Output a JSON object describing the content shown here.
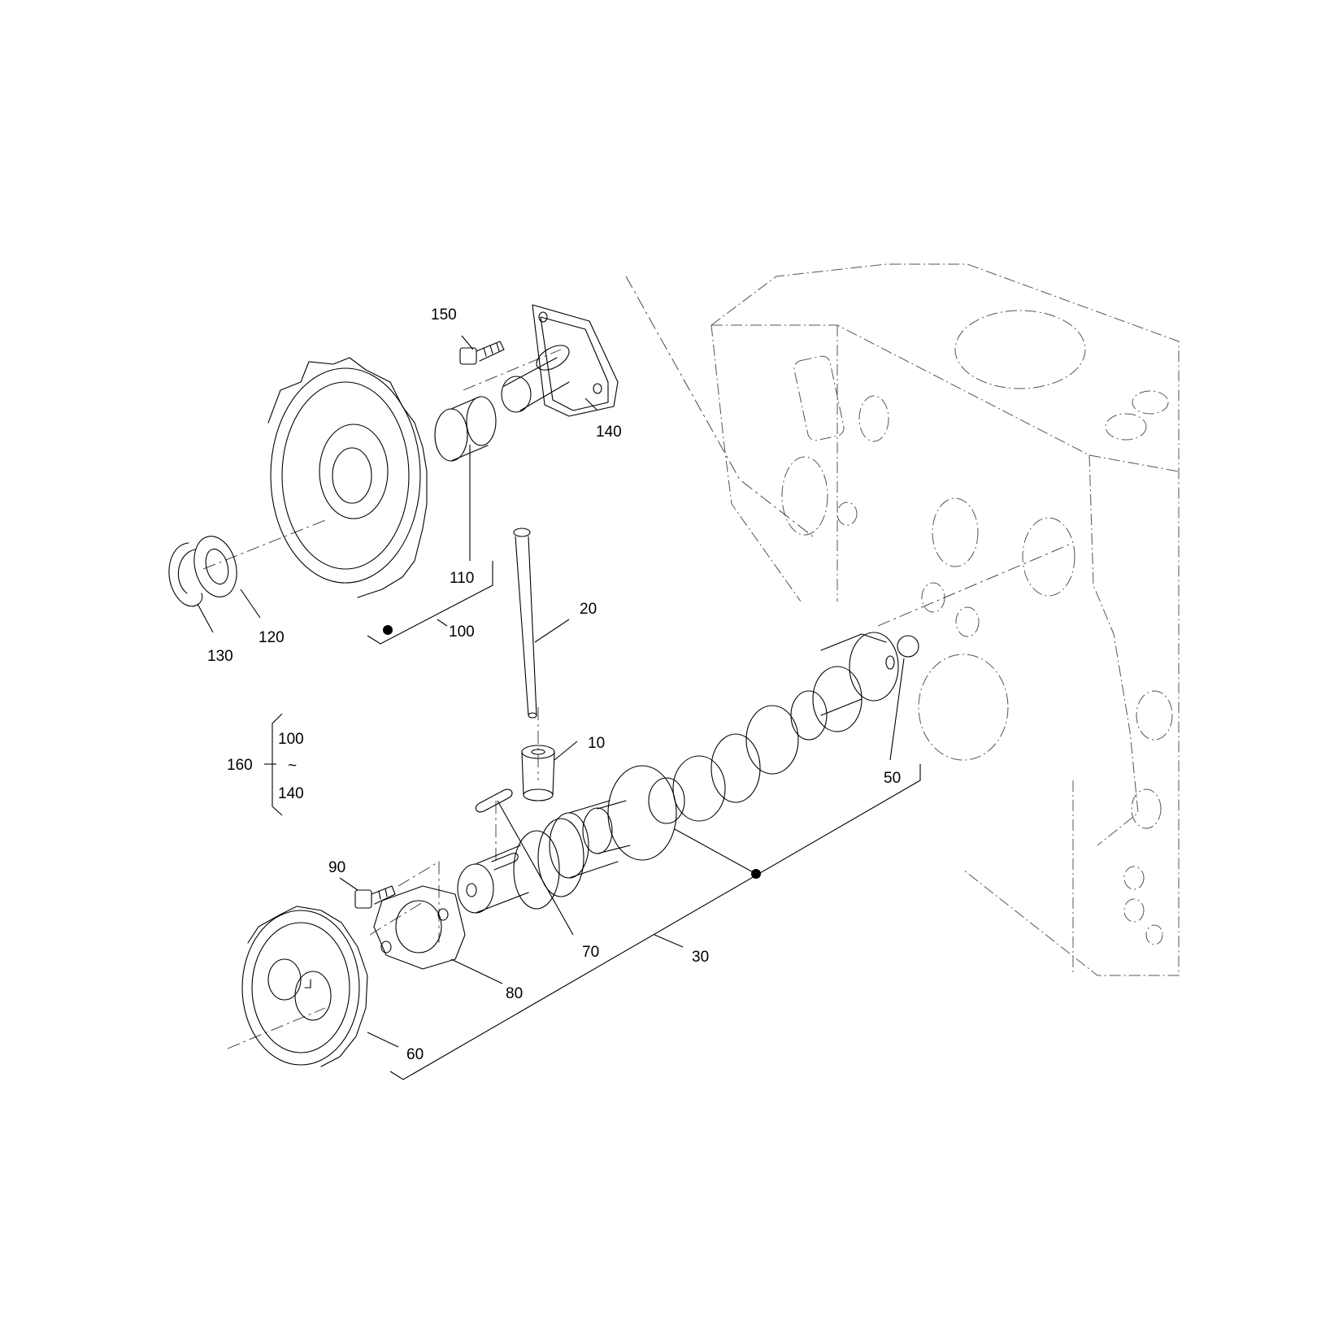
{
  "callouts": {
    "c10": "10",
    "c20": "20",
    "c30": "30",
    "c50": "50",
    "c60": "60",
    "c70": "70",
    "c80": "80",
    "c90": "90",
    "c100": "100",
    "c110": "110",
    "c120": "120",
    "c130": "130",
    "c140": "140",
    "c150": "150",
    "c160": "160"
  },
  "kit_bracket": {
    "from": "100",
    "tilde": "~",
    "to": "140"
  }
}
